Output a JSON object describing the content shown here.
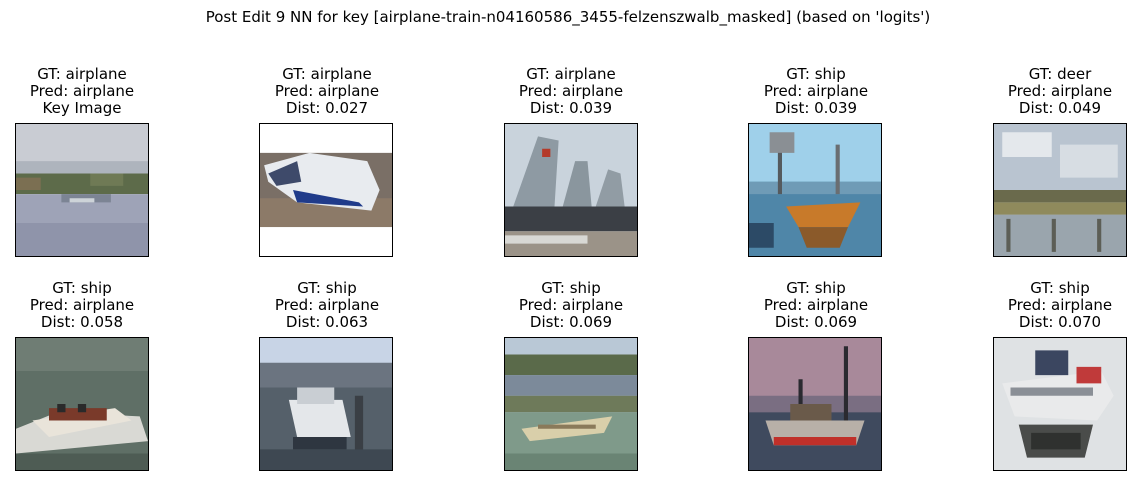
{
  "figure": {
    "title": "Post Edit 9 NN for key [airplane-train-n04160586_3455-felzenszwalb_masked] (based on 'logits')"
  },
  "panels": [
    {
      "gt": "GT: airplane",
      "pred": "Pred: airplane",
      "extra": "Key Image",
      "scene": "lake-plane"
    },
    {
      "gt": "GT: airplane",
      "pred": "Pred: airplane",
      "extra": "Dist: 0.027",
      "scene": "jet-nose"
    },
    {
      "gt": "GT: airplane",
      "pred": "Pred: airplane",
      "extra": "Dist: 0.039",
      "scene": "fighter-jets"
    },
    {
      "gt": "GT: ship",
      "pred": "Pred: airplane",
      "extra": "Dist: 0.039",
      "scene": "rowboat"
    },
    {
      "gt": "GT: deer",
      "pred": "Pred: airplane",
      "extra": "Dist: 0.049",
      "scene": "marsh-sky"
    },
    {
      "gt": "GT: ship",
      "pred": "Pred: airplane",
      "extra": "Dist: 0.058",
      "scene": "speedboat-wake"
    },
    {
      "gt": "GT: ship",
      "pred": "Pred: airplane",
      "extra": "Dist: 0.063",
      "scene": "ferry-dock"
    },
    {
      "gt": "GT: ship",
      "pred": "Pred: airplane",
      "extra": "Dist: 0.069",
      "scene": "river-boat"
    },
    {
      "gt": "GT: ship",
      "pred": "Pred: airplane",
      "extra": "Dist: 0.069",
      "scene": "trawler-dusk"
    },
    {
      "gt": "GT: ship",
      "pred": "Pred: airplane",
      "extra": "Dist: 0.070",
      "scene": "rescue-boat"
    }
  ]
}
